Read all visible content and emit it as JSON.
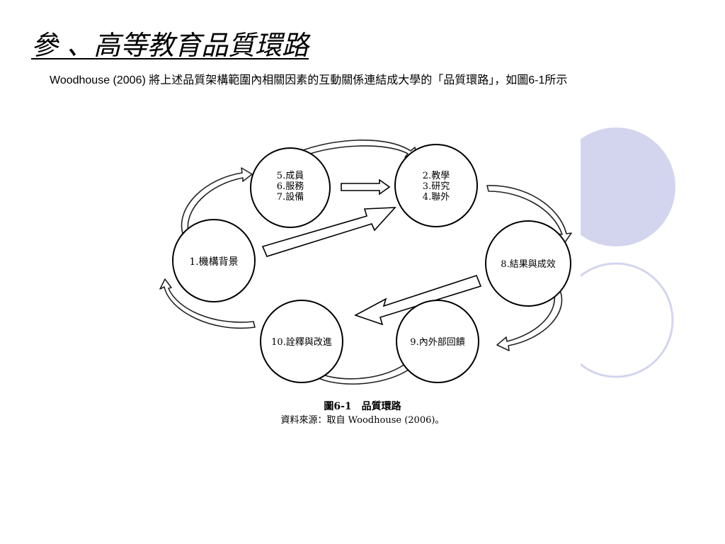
{
  "slide": {
    "title": "參 、高等教育品質環路",
    "intro": "Woodhouse (2006) 將上述品質架構範圍內相關因素的互動關係連結成大學的「品質環路」，如圖6-1所示"
  },
  "diagram": {
    "nodes": [
      {
        "id": "n1",
        "lines": [
          "1.機構背景"
        ]
      },
      {
        "id": "n2",
        "lines": [
          "2.教學",
          "3.研究",
          "4.聯外"
        ]
      },
      {
        "id": "n3",
        "lines": [
          "5.成員",
          "6.服務",
          "7.設備"
        ]
      },
      {
        "id": "n4",
        "lines": [
          "8.結果與成效"
        ]
      },
      {
        "id": "n5",
        "lines": [
          "9.內外部回饋"
        ]
      },
      {
        "id": "n6",
        "lines": [
          "10.詮釋與改進"
        ]
      }
    ],
    "caption": "圖6-1　品質環路",
    "source": "資料來源：取自 Woodhouse (2006)。"
  },
  "colors": {
    "accent_circle": "#d3d5ef",
    "outline_circle": "#d3d5ef"
  }
}
